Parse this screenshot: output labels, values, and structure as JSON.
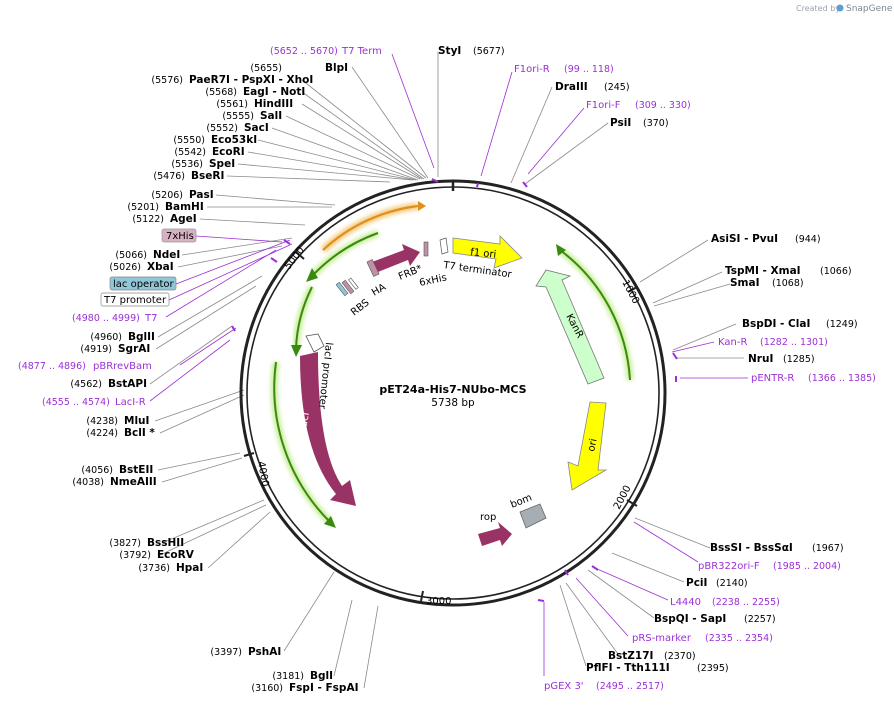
{
  "header": {
    "credit_text": "Created by",
    "brand": "SnapGene"
  },
  "plasmid": {
    "name": "pET24a-His7-NUbo-MCS",
    "length": "5738 bp"
  },
  "ticks": [
    "1000",
    "2000",
    "3000",
    "4000",
    "5000"
  ],
  "features": {
    "f1_ori": "f1 ori",
    "kanr": "KanR",
    "ori": "ori",
    "lacI": "lacI",
    "lacI_promoter": "lacI promoter",
    "rop": "rop",
    "bom": "bom",
    "rbs": "RBS",
    "ha": "HA",
    "frb": "FRB*",
    "his6": "6xHis",
    "t7_terminator": "T7 terminator"
  },
  "boxed": {
    "his7": "7xHis",
    "lac_operator": "lac operator",
    "t7_promoter": "T7 promoter"
  },
  "left_sites": [
    {
      "pos": "(5655)",
      "name": "BlpI"
    },
    {
      "pos": "(5576)",
      "name": "PaeR7I  - PspXI  - XhoI"
    },
    {
      "pos": "(5568)",
      "name": "EagI  - NotI"
    },
    {
      "pos": "(5561)",
      "name": "HindIII"
    },
    {
      "pos": "(5555)",
      "name": "SalI"
    },
    {
      "pos": "(5552)",
      "name": "SacI"
    },
    {
      "pos": "(5550)",
      "name": "Eco53kI"
    },
    {
      "pos": "(5542)",
      "name": "EcoRI"
    },
    {
      "pos": "(5536)",
      "name": "SpeI"
    },
    {
      "pos": "(5476)",
      "name": "BseRI"
    },
    {
      "pos": "(5206)",
      "name": "PasI"
    },
    {
      "pos": "(5201)",
      "name": "BamHI"
    },
    {
      "pos": "(5122)",
      "name": "AgeI"
    },
    {
      "pos": "(5066)",
      "name": "NdeI"
    },
    {
      "pos": "(5026)",
      "name": "XbaI"
    },
    {
      "pos": "(4960)",
      "name": "BglII"
    },
    {
      "pos": "(4919)",
      "name": "SgrAI"
    },
    {
      "pos": "(4562)",
      "name": "BstAPI"
    },
    {
      "pos": "(4238)",
      "name": "MluI"
    },
    {
      "pos": "(4224)",
      "name": "BclI *"
    },
    {
      "pos": "(4056)",
      "name": "BstEII"
    },
    {
      "pos": "(4038)",
      "name": "NmeAIII"
    },
    {
      "pos": "(3827)",
      "name": "BssHII"
    },
    {
      "pos": "(3792)",
      "name": "EcoRV"
    },
    {
      "pos": "(3736)",
      "name": "HpaI"
    },
    {
      "pos": "(3397)",
      "name": "PshAI"
    },
    {
      "pos": "(3181)",
      "name": "BglI"
    },
    {
      "pos": "(3160)",
      "name": "FspI  - FspAI"
    }
  ],
  "right_sites": [
    {
      "pos": "(5677)",
      "name": "StyI"
    },
    {
      "pos": "(245)",
      "name": "DraIII"
    },
    {
      "pos": "(370)",
      "name": "PsiI"
    },
    {
      "pos": "(944)",
      "name": "AsiSI  - PvuI"
    },
    {
      "pos": "(1066)",
      "name": "TspMI  - XmaI"
    },
    {
      "pos": "(1068)",
      "name": "SmaI"
    },
    {
      "pos": "(1249)",
      "name": "BspDI  - ClaI"
    },
    {
      "pos": "(1285)",
      "name": "NruI"
    },
    {
      "pos": "(1967)",
      "name": "BssSI  - BssSαI"
    },
    {
      "pos": "(2140)",
      "name": "PciI"
    },
    {
      "pos": "(2257)",
      "name": "BspQI  - SapI"
    },
    {
      "pos": "(2370)",
      "name": "BstZ17I"
    },
    {
      "pos": "(2395)",
      "name": "PflFI  - Tth111I"
    }
  ],
  "primers": [
    {
      "name": "T7 Term",
      "pos": "(5652 .. 5670)"
    },
    {
      "name": "F1ori-R",
      "pos": "(99 .. 118)"
    },
    {
      "name": "F1ori-F",
      "pos": "(309 .. 330)"
    },
    {
      "name": "Kan-R",
      "pos": "(1282 .. 1301)"
    },
    {
      "name": "pENTR-R",
      "pos": "(1366 .. 1385)"
    },
    {
      "name": "pBR322ori-F",
      "pos": "(1985 .. 2004)"
    },
    {
      "name": "L4440",
      "pos": "(2238 .. 2255)"
    },
    {
      "name": "pRS-marker",
      "pos": "(2335 .. 2354)"
    },
    {
      "name": "pGEX 3'",
      "pos": "(2495 .. 2517)"
    },
    {
      "name": "T7",
      "pos": "(4980 .. 4999)"
    },
    {
      "name": "pBRrevBam",
      "pos": "(4877 .. 4896)"
    },
    {
      "name": "LacI-R",
      "pos": "(4555 .. 4574)"
    }
  ],
  "colors": {
    "purple": "#9b30d6",
    "f1_ori": "#ffff00",
    "kanr": "#ccffcc",
    "ori": "#ffff00",
    "lacI": "#993366",
    "rop": "#993366",
    "bom": "#a6aeb4",
    "ha": "#9c4d75",
    "green_line": "#3a8a10",
    "orange_line": "#e0901a",
    "his7_box": "#d8b0c4",
    "lac_op_box": "#8fc7d8"
  }
}
